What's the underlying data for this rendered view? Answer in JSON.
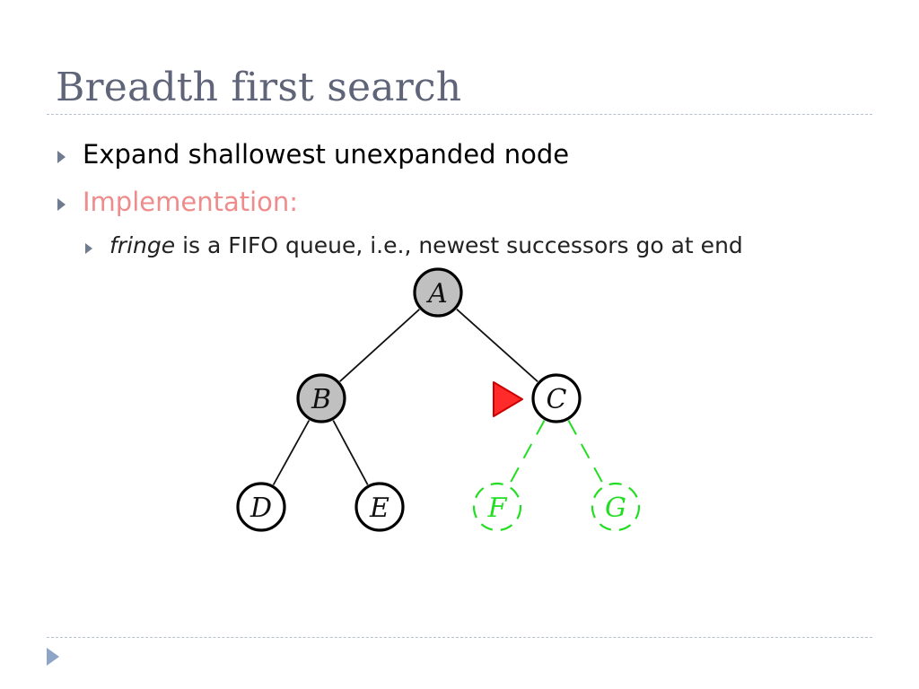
{
  "slide": {
    "title": "Breadth first search",
    "bullets": [
      {
        "text": "Expand shallowest unexpanded node"
      },
      {
        "text": "Implementation:"
      }
    ],
    "sub_bullet": {
      "emph": "fringe",
      "rest": " is a FIFO queue, i.e., newest successors go at end"
    }
  },
  "tree": {
    "nodes": [
      {
        "id": "A",
        "label": "A",
        "state": "expanded"
      },
      {
        "id": "B",
        "label": "B",
        "state": "expanded"
      },
      {
        "id": "C",
        "label": "C",
        "state": "current"
      },
      {
        "id": "D",
        "label": "D",
        "state": "fringe"
      },
      {
        "id": "E",
        "label": "E",
        "state": "fringe"
      },
      {
        "id": "F",
        "label": "F",
        "state": "new-successor"
      },
      {
        "id": "G",
        "label": "G",
        "state": "new-successor"
      }
    ],
    "edges": [
      {
        "from": "A",
        "to": "B",
        "style": "solid"
      },
      {
        "from": "A",
        "to": "C",
        "style": "solid"
      },
      {
        "from": "B",
        "to": "D",
        "style": "solid"
      },
      {
        "from": "B",
        "to": "E",
        "style": "solid"
      },
      {
        "from": "C",
        "to": "F",
        "style": "dashed"
      },
      {
        "from": "C",
        "to": "G",
        "style": "dashed"
      }
    ],
    "pointer_target": "C"
  },
  "colors": {
    "title": "#5f6478",
    "bullet_arrow": "#6f7b8e",
    "highlight_text": "#ee8c8c",
    "expanded_fill": "#c0c0c0",
    "successor": "#22dd22",
    "pointer_fill": "#ff2a2a",
    "pointer_stroke": "#cc0000"
  }
}
